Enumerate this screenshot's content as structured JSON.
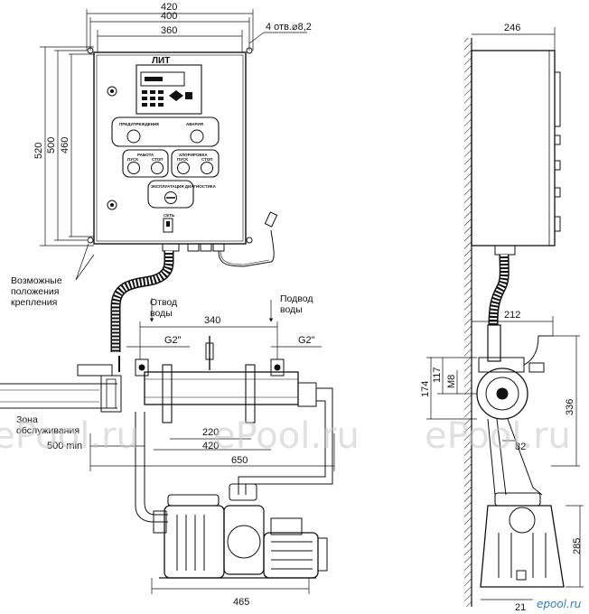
{
  "dimensions": {
    "front_total_width": "420",
    "front_mount_width": "400",
    "front_inner_width": "360",
    "holes_note": "4 отв.⌀8,2",
    "front_height_total": "520",
    "front_height_mount": "500",
    "front_height_inner": "460",
    "side_depth": "246",
    "pipe_spacing": "340",
    "thread_left": "G2\"",
    "thread_right": "G2\"",
    "clamp_spacing": "220",
    "clamp_outer": "420",
    "service_zone": "500 min",
    "assembly_width": "650",
    "pump_length": "465",
    "side_pipe_width": "212",
    "side_h_174": "174",
    "side_h_117": "117",
    "side_bolt": "M8",
    "side_h_336": "336",
    "side_82": "82",
    "side_pump_h": "285",
    "side_pump_w": "21"
  },
  "labels": {
    "mount_positions": "Возможные положения крепления",
    "mount_line1": "Возможные",
    "mount_line2": "положения",
    "mount_line3": "крепления",
    "outlet_line1": "Отвод",
    "outlet_line2": "воды",
    "inlet_line1": "Подвод",
    "inlet_line2": "воды",
    "zone_line1": "Зона",
    "zone_line2": "обслуживания"
  },
  "panel": {
    "brand": "ЛИТ",
    "section_top_left": "ПРЕДУПРЕЖДЕНИЕ",
    "section_top_right": "АВАРИЯ",
    "section_mid_left": "РАБОТА",
    "section_mid_right": "ХЛОРИРОВКА",
    "sub_start": "ПУСК",
    "sub_stop": "СТОП",
    "section_bottom": "ЭКСПЛУАТАЦИЯ  ДИАГНОСТИКА",
    "network": "СЕТЬ"
  },
  "watermark": {
    "left": "ePool.ru",
    "center": "ePool.ru",
    "right": "ePool.ru",
    "corner": "epool.ru"
  },
  "colors": {
    "line": "#111111",
    "watermark": "#c8c8c8",
    "corner_badge": "#2a7fd4"
  }
}
